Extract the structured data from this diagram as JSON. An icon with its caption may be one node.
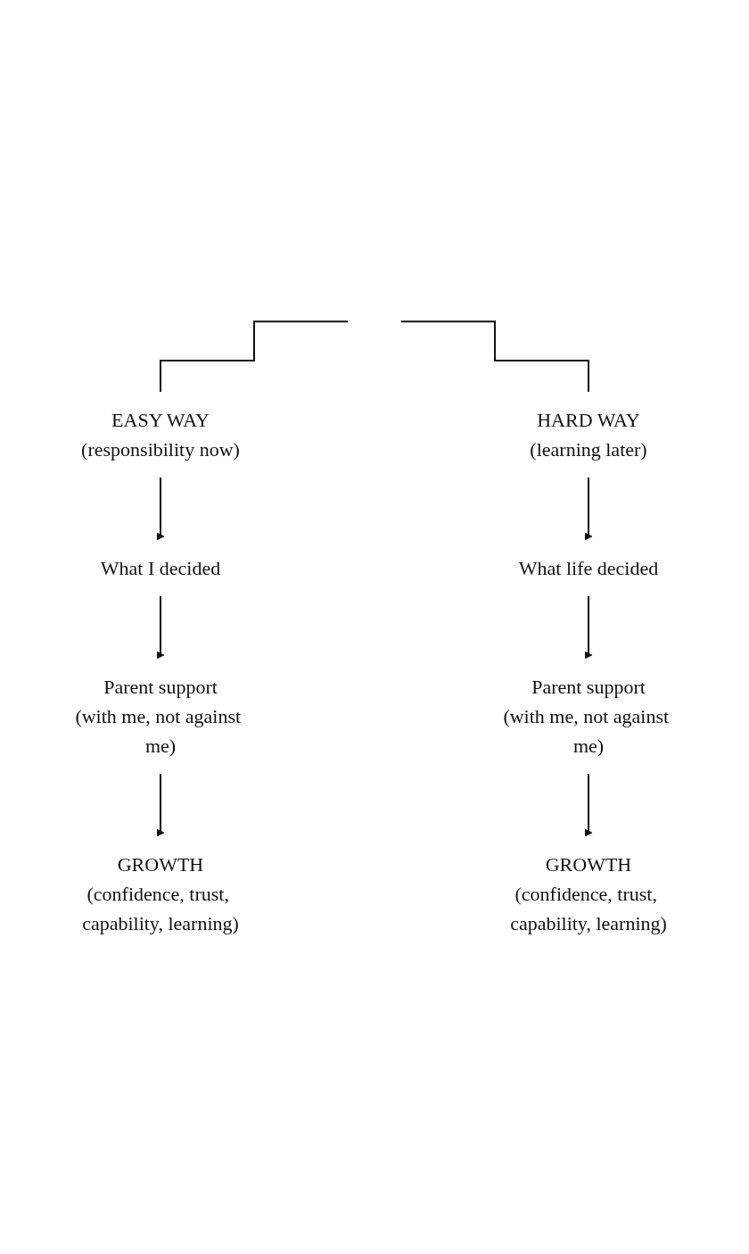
{
  "diagram": {
    "nodes": [
      {
        "text": [
          "EASY WAY",
          "(responsibility now)"
        ]
      },
      {
        "text": [
          "HARD WAY",
          "(learning later)"
        ]
      },
      {
        "text": [
          "What I decided"
        ]
      },
      {
        "text": [
          "What life decided"
        ]
      },
      {
        "text": [
          "Parent support",
          "(with me, not against me)"
        ]
      },
      {
        "text": [
          "Parent support",
          "(with me, not against me)"
        ]
      },
      {
        "text": [
          "GROWTH",
          "(confidence, trust, capability, learning)"
        ]
      },
      {
        "text": [
          "GROWTH",
          "(confidence, trust, capability, learning)"
        ]
      }
    ],
    "edges": [
      {
        "from": null,
        "to": 0,
        "arrow": "none"
      },
      {
        "from": null,
        "to": 1,
        "arrow": "none"
      },
      {
        "from": 0,
        "to": 2,
        "arrow": "to"
      },
      {
        "from": 1,
        "to": 3,
        "arrow": "to"
      },
      {
        "from": 2,
        "to": 4,
        "arrow": "to"
      },
      {
        "from": 3,
        "to": 5,
        "arrow": "to"
      },
      {
        "from": 4,
        "to": 6,
        "arrow": "to"
      },
      {
        "from": 5,
        "to": 7,
        "arrow": "to"
      }
    ]
  }
}
